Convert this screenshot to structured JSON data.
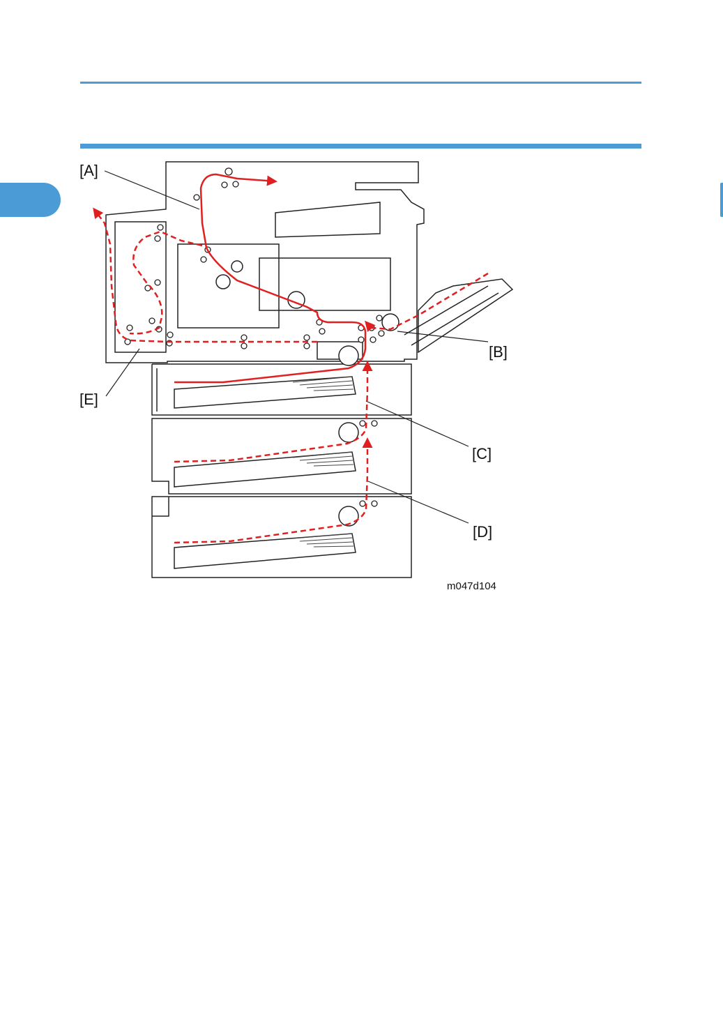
{
  "diagram": {
    "callouts": {
      "a": "[A]",
      "b": "[B]",
      "c": "[C]",
      "d": "[D]",
      "e": "[E]"
    },
    "figure_id": "m047d104",
    "colors": {
      "accent": "#4a9bd6",
      "paper_path": "#e02020",
      "outline": "#222222"
    }
  }
}
